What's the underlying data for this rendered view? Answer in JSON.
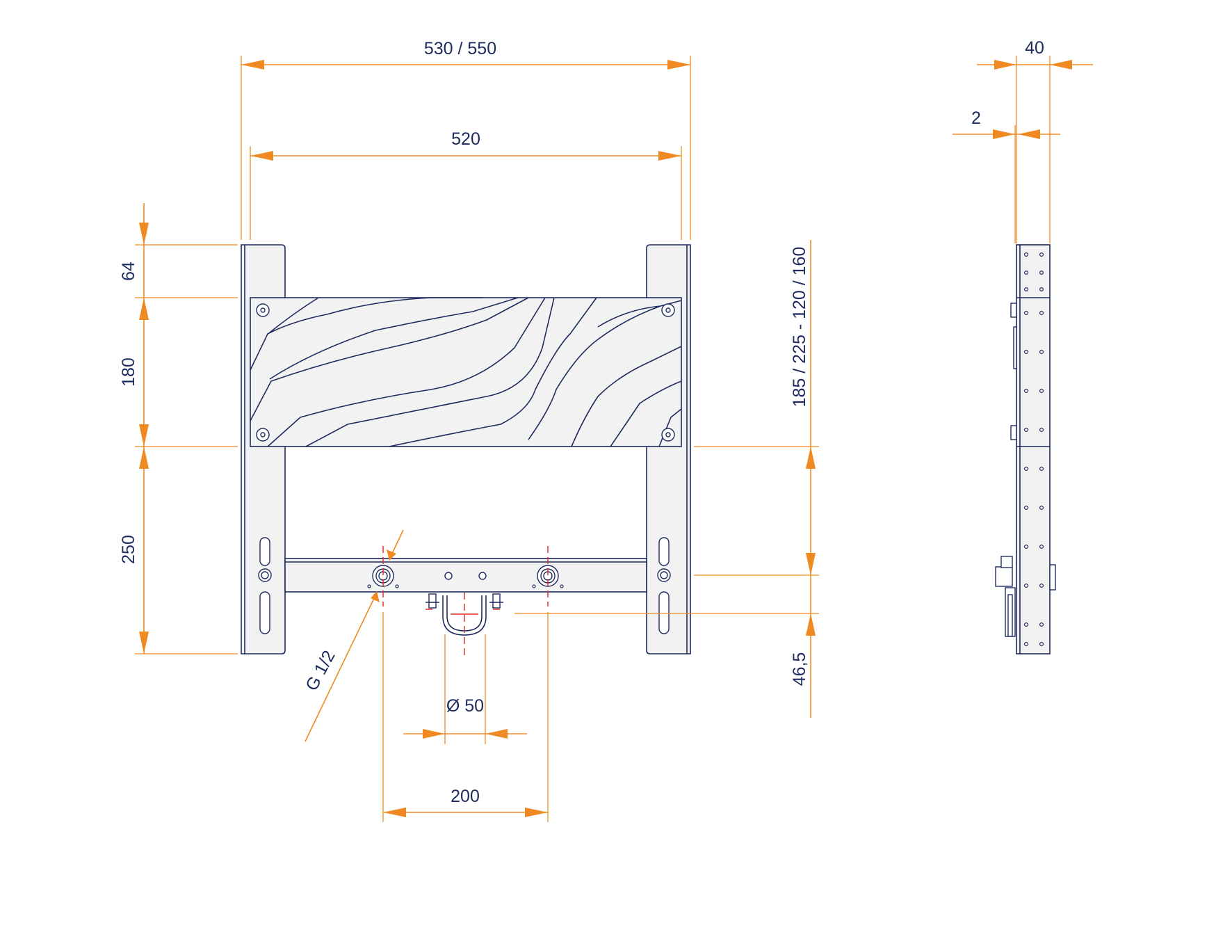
{
  "front_view": {
    "dimensions": {
      "outer_width": "530 / 550",
      "inner_width": "520",
      "top_offset": "64",
      "panel_height": "180",
      "lower_height": "250",
      "adjust_range": "185 / 225 - 120 / 160",
      "drain_offset": "46,5",
      "thread": "G 1/2",
      "drain_diameter": "Ø 50",
      "connection_spacing": "200"
    }
  },
  "side_view": {
    "dimensions": {
      "depth": "40",
      "plate": "2"
    }
  },
  "colors": {
    "dimension": "#ef8a22",
    "outline": "#1d2b5e",
    "centerline": "#e0251b",
    "fill": "#f2f2f2"
  }
}
